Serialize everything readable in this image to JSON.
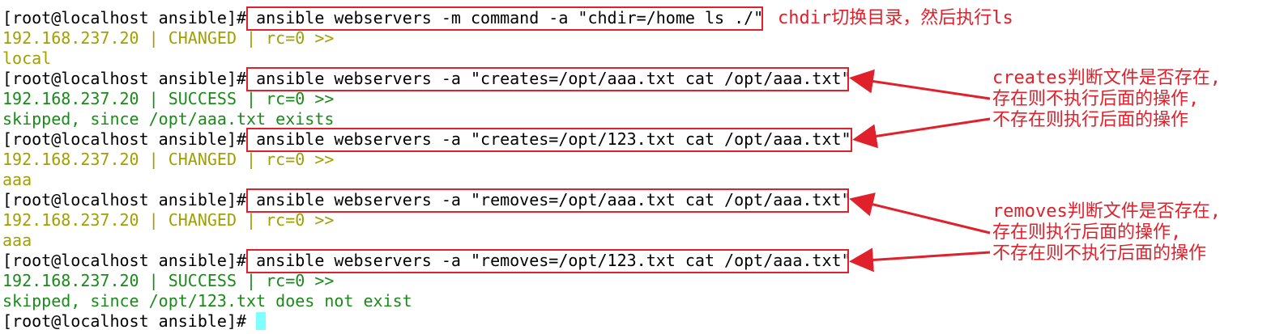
{
  "terminal": {
    "lines": [
      {
        "type": "cmd",
        "prompt": "[root@localhost ansible]# ",
        "command": "ansible webservers -m command -a \"chdir=/home ls ./\""
      },
      {
        "type": "changed",
        "text": "192.168.237.20 | CHANGED | rc=0 >>"
      },
      {
        "type": "changed",
        "text": "local"
      },
      {
        "type": "cmd",
        "prompt": "[root@localhost ansible]# ",
        "command": "ansible webservers -a \"creates=/opt/aaa.txt cat /opt/aaa.txt\""
      },
      {
        "type": "success",
        "text": "192.168.237.20 | SUCCESS | rc=0 >>"
      },
      {
        "type": "success",
        "text": "skipped, since /opt/aaa.txt exists"
      },
      {
        "type": "cmd",
        "prompt": "[root@localhost ansible]# ",
        "command": "ansible webservers -a \"creates=/opt/123.txt cat /opt/aaa.txt\""
      },
      {
        "type": "changed",
        "text": "192.168.237.20 | CHANGED | rc=0 >>"
      },
      {
        "type": "changed",
        "text": "aaa"
      },
      {
        "type": "cmd",
        "prompt": "[root@localhost ansible]# ",
        "command": "ansible webservers -a \"removes=/opt/aaa.txt cat /opt/aaa.txt\""
      },
      {
        "type": "changed",
        "text": "192.168.237.20 | CHANGED | rc=0 >>"
      },
      {
        "type": "changed",
        "text": "aaa"
      },
      {
        "type": "cmd",
        "prompt": "[root@localhost ansible]# ",
        "command": "ansible webservers -a \"removes=/opt/123.txt cat /opt/aaa.txt\""
      },
      {
        "type": "success",
        "text": "192.168.237.20 | SUCCESS | rc=0 >>"
      },
      {
        "type": "success",
        "text": "skipped, since /opt/123.txt does not exist"
      },
      {
        "type": "prompt",
        "prompt": "[root@localhost ansible]# "
      }
    ]
  },
  "annotations": {
    "chdir_note": "chdir切换目录，然后执行ls",
    "creates_note": [
      "creates判断文件是否存在,",
      "存在则不执行后面的操作,",
      "不存在则执行后面的操作"
    ],
    "removes_note": [
      "removes判断文件是否存在,",
      "存在则执行后面的操作,",
      "不存在则不执行后面的操作"
    ]
  },
  "colors": {
    "changed": "#a0a000",
    "success": "#1a8a1a",
    "annotation_red": "#e0202a",
    "cursor": "#7fffff"
  }
}
